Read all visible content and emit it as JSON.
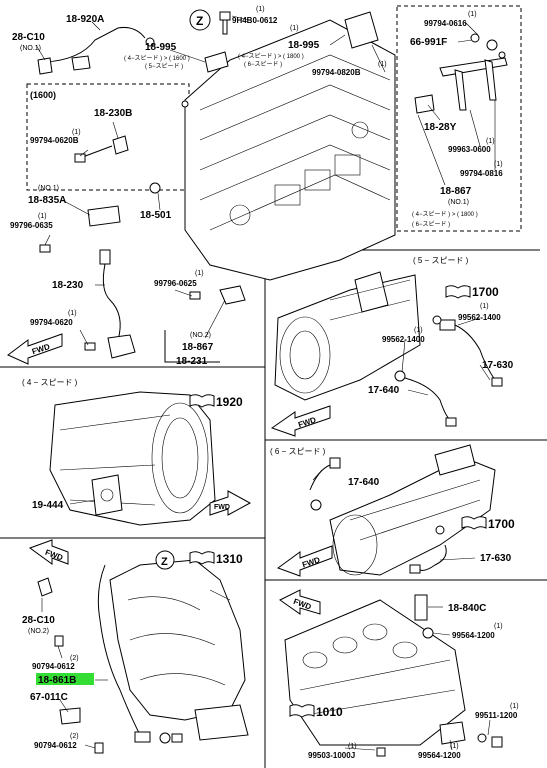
{
  "labels": {
    "p_18_920A": "18-920A",
    "p_28_C10": "28-C10",
    "p_no1": "(NO.1)",
    "p_9H4B0": "9H4B0-0612",
    "p_9H4B0_qty": "(1)",
    "p_18_995_a": "18-995",
    "p_18_995_a_note1": "( 4−スピード ) > ( 1600 )",
    "p_18_995_a_note2": "( 5−スピード )",
    "p_18_995_b": "18-995",
    "p_18_995_b_qty": "(1)",
    "p_18_995_b_note1": "( 4−スピード ) > ( 1800 )",
    "p_18_995_b_note2": "( 6−スピード )",
    "p_99794_0820B": "99794-0820B",
    "p_99794_0820B_qty": "(1)",
    "p_99794_0616": "99794-0616",
    "p_99794_0616_qty": "(1)",
    "p_66_991F": "66-991F",
    "p_1600": "(1600)",
    "p_18_230B": "18-230B",
    "p_99794_0620B": "99794-0620B",
    "p_99794_0620B_qty": "(1)",
    "p_18_28Y": "18-28Y",
    "p_99963_0600": "99963-0600",
    "p_99963_0600_qty": "(1)",
    "p_99794_0816": "99794-0816",
    "p_99794_0816_qty": "(1)",
    "p_18_867_top": "18-867",
    "p_18_867_top_no": "(NO.1)",
    "p_18_867_top_note1": "( 4−スピード ) > ( 1800 )",
    "p_18_867_top_note2": "( 6−スピード )",
    "p_no1_b": "(NO.1)",
    "p_18_835A": "18-835A",
    "p_18_501": "18-501",
    "p_99796_0635": "99796-0635",
    "p_99796_0635_qty": "(1)",
    "p_18_230": "18-230",
    "p_99794_0620": "99794-0620",
    "p_99794_0620_qty": "(1)",
    "p_99796_0625": "99796-0625",
    "p_99796_0625_qty": "(1)",
    "p_no2": "(NO.2)",
    "p_18_867_mid": "18-867",
    "p_18_231": "18-231",
    "p_5speed": "( 5 − スピード )",
    "p_1700_a": "1700",
    "p_99562_1400_a": "99562-1400",
    "p_99562_1400_a_qty": "(1)",
    "p_99562_1400_b": "99562-1400",
    "p_99562_1400_b_qty": "(1)",
    "p_17_630_a": "17-630",
    "p_17_640_a": "17-640",
    "p_4speed": "( 4 − スピード )",
    "p_1920": "1920",
    "p_19_444": "19-444",
    "p_6speed": "( 6 − スピード )",
    "p_17_640_b": "17-640",
    "p_1700_b": "1700",
    "p_17_630_b": "17-630",
    "p_1310": "1310",
    "p_28_C10_b": "28-C10",
    "p_no2_b": "(NO.2)",
    "p_90794_0612_a": "90794-0612",
    "p_90794_0612_a_qty": "(2)",
    "p_18_861B": "18-861B",
    "p_67_011C": "67-011C",
    "p_90794_0612_b": "90794-0612",
    "p_90794_0612_b_qty": "(2)",
    "p_18_840C": "18-840C",
    "p_99564_1200_a": "99564-1200",
    "p_99564_1200_a_qty": "(1)",
    "p_1010": "1010",
    "p_99511_1200": "99511-1200",
    "p_99511_1200_qty": "(1)",
    "p_99503_1000J": "99503-1000J",
    "p_99503_1000J_qty": "(1)",
    "p_99564_1200_b": "99564-1200",
    "p_99564_1200_b_qty": "(1)",
    "fwd": "FWD",
    "z": "Z"
  },
  "colors": {
    "highlight": "#33dd33",
    "line": "#000000",
    "fill": "#ffffff"
  }
}
